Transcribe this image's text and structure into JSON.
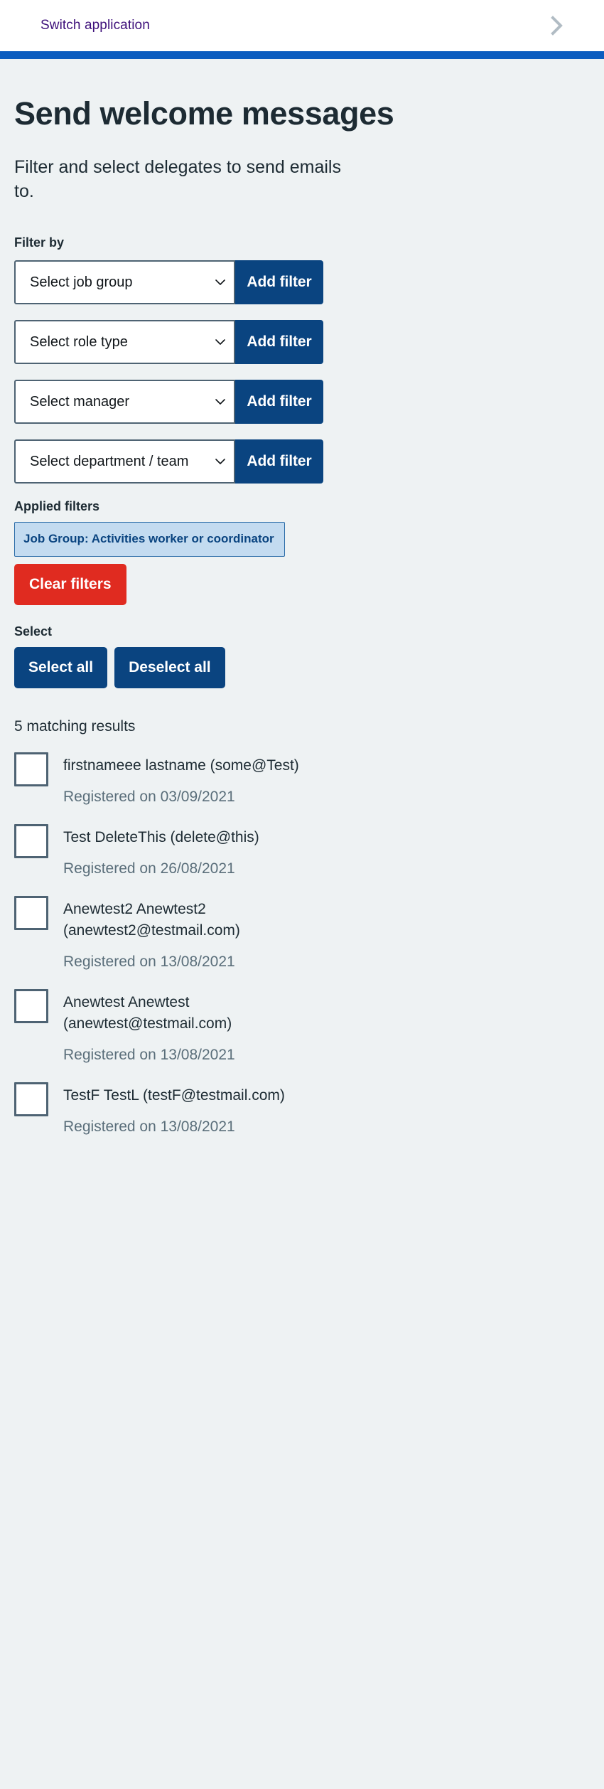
{
  "topbar": {
    "switch_application_label": "Switch application",
    "chevron_icon": "chevron-right-icon",
    "link_color": "#3d0f7a",
    "rule_color": "#0b5cbf"
  },
  "page": {
    "title": "Send welcome messages",
    "intro": "Filter and select delegates to send emails to."
  },
  "filters": {
    "filter_by_label": "Filter by",
    "rows": [
      {
        "placeholder": "Select job group",
        "button_label": "Add filter",
        "caret_icon": "chevron-down-icon"
      },
      {
        "placeholder": "Select role type",
        "button_label": "Add filter",
        "caret_icon": "chevron-down-icon"
      },
      {
        "placeholder": "Select manager",
        "button_label": "Add filter",
        "caret_icon": "chevron-down-icon"
      },
      {
        "placeholder": "Select department / team",
        "button_label": "Add filter",
        "caret_icon": "chevron-down-icon"
      }
    ]
  },
  "applied_filters": {
    "label": "Applied filters",
    "chips": [
      {
        "label": "Job Group: Activities worker or coordinator"
      }
    ],
    "clear_label": "Clear filters",
    "chip_bg": "#c3dbf0",
    "chip_border": "#2b6ca8",
    "chip_text": "#0a4480",
    "clear_bg": "#e02b20"
  },
  "select_section": {
    "label": "Select",
    "select_all_label": "Select all",
    "deselect_all_label": "Deselect all",
    "button_bg": "#0a4480"
  },
  "results": {
    "count_label": "5 matching results",
    "items": [
      {
        "name": "firstnameee lastname (some@Test)",
        "registered": "Registered on 03/09/2021",
        "checked": false
      },
      {
        "name": "Test DeleteThis (delete@this)",
        "registered": "Registered on 26/08/2021",
        "checked": false
      },
      {
        "name": "Anewtest2 Anewtest2 (anewtest2@testmail.com)",
        "registered": "Registered on 13/08/2021",
        "checked": false
      },
      {
        "name": "Anewtest Anewtest (anewtest@testmail.com)",
        "registered": "Registered on 13/08/2021",
        "checked": false
      },
      {
        "name": "TestF TestL (testF@testmail.com)",
        "registered": "Registered on 13/08/2021",
        "checked": false
      }
    ]
  }
}
